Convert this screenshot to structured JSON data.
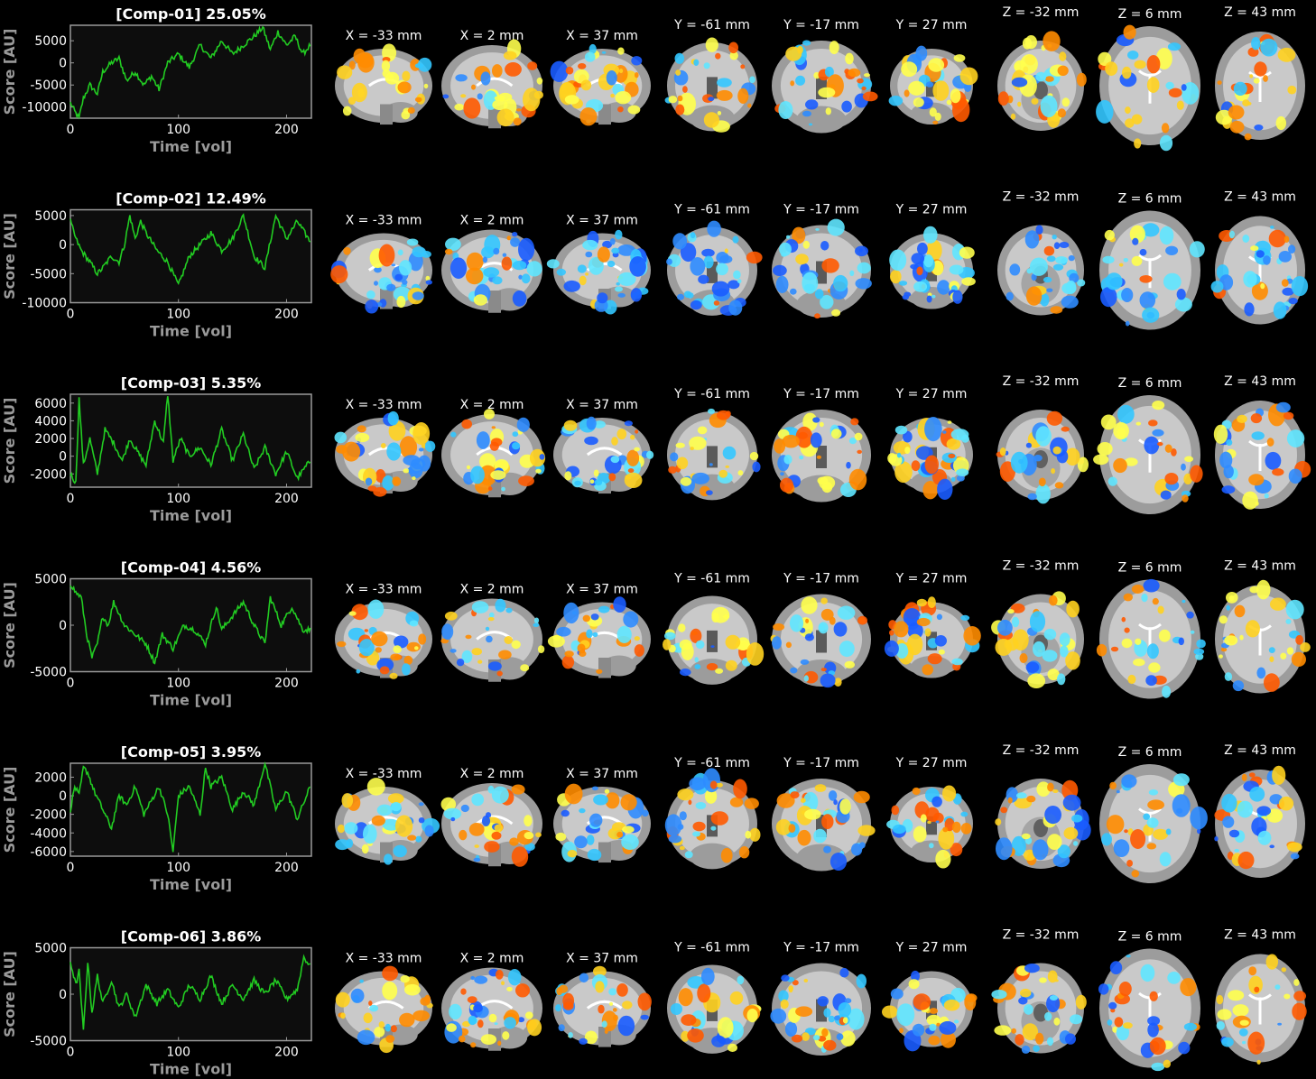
{
  "figure": {
    "background": "#000000",
    "trace_color": "#22cc22",
    "axis_color": "#9a9a9a",
    "brain_gray": "#9c9c9c",
    "positive_colors": [
      "#ff5a00",
      "#ff8c00",
      "#ffd21f",
      "#ffff4d"
    ],
    "negative_colors": [
      "#1a5cff",
      "#2f8cff",
      "#33c6ff",
      "#5fe6ff"
    ]
  },
  "slice_labels": [
    "X = -33 mm",
    "X = 2 mm",
    "X = 37 mm",
    "Y = -61 mm",
    "Y = -17 mm",
    "Y = 27 mm",
    "Z = -32 mm",
    "Z = 6 mm",
    "Z = 43 mm"
  ],
  "chart_data": [
    {
      "type": "line",
      "title": "[Comp-01] 25.05%",
      "xlabel": "Time [vol]",
      "ylabel": "Score [AU]",
      "xlim": [
        0,
        223
      ],
      "ylim": [
        -12500,
        8500
      ],
      "xticks": [
        0,
        100,
        200
      ],
      "xtick_labels": [
        "0",
        "100",
        "200"
      ],
      "yticks": [
        -10000,
        -5000,
        0,
        5000
      ],
      "ytick_labels": [
        "-10000",
        "-5000",
        "0",
        "5000"
      ],
      "series": [
        {
          "x_keypoints": [
            0,
            4,
            8,
            12,
            18,
            25,
            30,
            38,
            45,
            52,
            60,
            68,
            75,
            82,
            90,
            100,
            110,
            120,
            130,
            140,
            150,
            160,
            170,
            178,
            185,
            192,
            200,
            208,
            215,
            222
          ],
          "values": [
            -9000,
            -11000,
            -12500,
            -8000,
            -5000,
            -7000,
            -2000,
            0,
            1000,
            -4000,
            -2000,
            -5000,
            -3000,
            -6000,
            0,
            2000,
            -1000,
            4000,
            1000,
            5000,
            2000,
            4000,
            6000,
            8000,
            3000,
            7000,
            4000,
            6000,
            2000,
            4000
          ]
        }
      ]
    },
    {
      "type": "line",
      "title": "[Comp-02] 12.49%",
      "xlabel": "Time [vol]",
      "ylabel": "Score [AU]",
      "xlim": [
        0,
        223
      ],
      "ylim": [
        -10000,
        6000
      ],
      "xticks": [
        0,
        100,
        200
      ],
      "xtick_labels": [
        "0",
        "100",
        "200"
      ],
      "yticks": [
        -10000,
        -5000,
        0,
        5000
      ],
      "ytick_labels": [
        "-10000",
        "-5000",
        "0",
        "5000"
      ],
      "series": [
        {
          "x_keypoints": [
            0,
            5,
            10,
            18,
            25,
            30,
            38,
            45,
            50,
            55,
            60,
            65,
            70,
            80,
            90,
            95,
            100,
            110,
            120,
            130,
            140,
            150,
            160,
            170,
            180,
            190,
            200,
            210,
            222
          ],
          "values": [
            4000,
            1000,
            -1000,
            -3000,
            -5000,
            -4000,
            -2000,
            -3000,
            0,
            5000,
            1000,
            4000,
            2000,
            -1000,
            -3000,
            -5000,
            -7000,
            -2000,
            0,
            2000,
            -1000,
            1000,
            5000,
            -2000,
            -4000,
            5000,
            1000,
            4000,
            500
          ]
        }
      ]
    },
    {
      "type": "line",
      "title": "[Comp-03] 5.35%",
      "xlabel": "Time [vol]",
      "ylabel": "Score [AU]",
      "xlim": [
        0,
        223
      ],
      "ylim": [
        -3500,
        7000
      ],
      "xticks": [
        0,
        100,
        200
      ],
      "xtick_labels": [
        "0",
        "100",
        "200"
      ],
      "yticks": [
        -2000,
        0,
        2000,
        4000,
        6000
      ],
      "ytick_labels": [
        "-2000",
        "0",
        "2000",
        "4000",
        "6000"
      ],
      "series": [
        {
          "x_keypoints": [
            0,
            5,
            8,
            12,
            18,
            25,
            32,
            40,
            48,
            55,
            62,
            70,
            78,
            86,
            90,
            95,
            102,
            110,
            120,
            130,
            140,
            150,
            160,
            170,
            180,
            190,
            200,
            210,
            222
          ],
          "values": [
            -2000,
            -3000,
            6500,
            -1000,
            2000,
            -2000,
            3000,
            1500,
            -500,
            2000,
            500,
            -1000,
            4000,
            1500,
            7000,
            -500,
            2000,
            0,
            1000,
            -1000,
            3000,
            -500,
            2500,
            -1500,
            1000,
            -2000,
            500,
            -2500,
            -500
          ]
        }
      ]
    },
    {
      "type": "line",
      "title": "[Comp-04] 4.56%",
      "xlabel": "Time [vol]",
      "ylabel": "Score [AU]",
      "xlim": [
        0,
        223
      ],
      "ylim": [
        -5000,
        5000
      ],
      "xticks": [
        0,
        100,
        200
      ],
      "xtick_labels": [
        "0",
        "100",
        "200"
      ],
      "yticks": [
        -5000,
        0,
        5000
      ],
      "ytick_labels": [
        "-5000",
        "0",
        "5000"
      ],
      "series": [
        {
          "x_keypoints": [
            0,
            5,
            10,
            15,
            20,
            25,
            30,
            35,
            40,
            50,
            60,
            70,
            78,
            85,
            95,
            105,
            115,
            125,
            135,
            140,
            150,
            160,
            170,
            180,
            185,
            195,
            205,
            215,
            222
          ],
          "values": [
            4500,
            3500,
            3000,
            -1000,
            -3500,
            -2000,
            1000,
            0,
            2500,
            0,
            -1000,
            -2000,
            -4000,
            -1000,
            -2500,
            0,
            -500,
            -2000,
            2000,
            -500,
            1000,
            2500,
            0,
            -2000,
            3000,
            0,
            2000,
            -500,
            -500
          ]
        }
      ]
    },
    {
      "type": "line",
      "title": "[Comp-05] 3.95%",
      "xlabel": "Time [vol]",
      "ylabel": "Score [AU]",
      "xlim": [
        0,
        223
      ],
      "ylim": [
        -6500,
        3500
      ],
      "xticks": [
        0,
        100,
        200
      ],
      "xtick_labels": [
        "0",
        "100",
        "200"
      ],
      "yticks": [
        -6000,
        -4000,
        -2000,
        0,
        2000
      ],
      "ytick_labels": [
        "-6000",
        "-4000",
        "-2000",
        "0",
        "2000"
      ],
      "series": [
        {
          "x_keypoints": [
            0,
            4,
            8,
            12,
            16,
            22,
            30,
            38,
            45,
            52,
            60,
            68,
            75,
            82,
            90,
            95,
            100,
            110,
            120,
            125,
            130,
            140,
            150,
            160,
            170,
            180,
            190,
            200,
            210,
            222
          ],
          "values": [
            -1500,
            1000,
            0,
            3000,
            2500,
            500,
            -1500,
            -3500,
            0,
            -1000,
            1000,
            -2000,
            -500,
            1000,
            -2000,
            -6000,
            0,
            1000,
            -2000,
            3000,
            1000,
            2000,
            -1500,
            500,
            -1000,
            3500,
            -1500,
            500,
            -2500,
            1000
          ]
        }
      ]
    },
    {
      "type": "line",
      "title": "[Comp-06] 3.86%",
      "xlabel": "Time [vol]",
      "ylabel": "Score [AU]",
      "xlim": [
        0,
        223
      ],
      "ylim": [
        -5000,
        5000
      ],
      "xticks": [
        0,
        100,
        200
      ],
      "xtick_labels": [
        "0",
        "100",
        "200"
      ],
      "yticks": [
        -5000,
        0,
        5000
      ],
      "ytick_labels": [
        "-5000",
        "0",
        "5000"
      ],
      "series": [
        {
          "x_keypoints": [
            0,
            5,
            8,
            12,
            16,
            20,
            25,
            30,
            38,
            45,
            52,
            60,
            70,
            80,
            90,
            100,
            110,
            120,
            130,
            140,
            150,
            160,
            170,
            180,
            190,
            200,
            210,
            216,
            222
          ],
          "values": [
            3500,
            1000,
            2500,
            -4000,
            3500,
            -2000,
            2000,
            -1000,
            1500,
            -1500,
            0,
            -2500,
            1000,
            -1000,
            500,
            -1500,
            1000,
            -500,
            2000,
            -1000,
            1000,
            -500,
            1500,
            0,
            1500,
            -500,
            500,
            4000,
            3000
          ]
        }
      ]
    }
  ]
}
